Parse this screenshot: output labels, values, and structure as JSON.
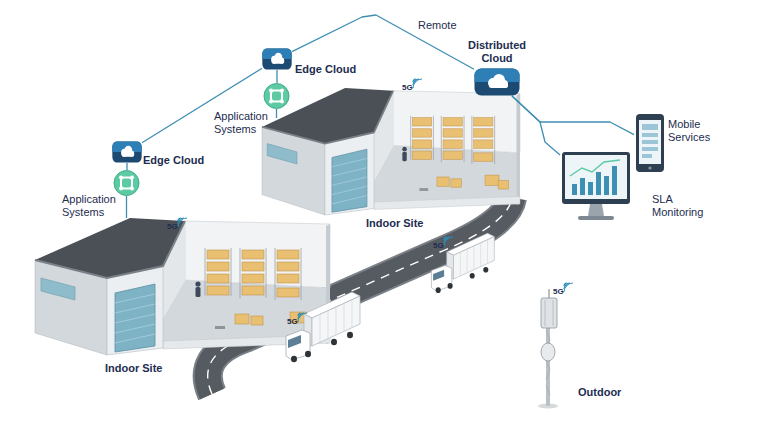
{
  "diagram": {
    "nodes": [
      {
        "text": [
          "Distributed Cloud"
        ]
      },
      {
        "text": [
          "Edge Cloud"
        ]
      },
      {
        "text": [
          "Application Systems"
        ]
      },
      {
        "text": [
          "Edge Cloud"
        ]
      },
      {
        "text": [
          "Application Systems"
        ]
      },
      {
        "text": [
          "Indoor Site"
        ]
      },
      {
        "text": [
          "Mobile Services"
        ]
      },
      {
        "text": [
          "SLA Monitoring"
        ]
      },
      {
        "text": [
          "Indoor Site"
        ]
      },
      {
        "text": [
          "Outdoor"
        ]
      }
    ],
    "edges": [
      {
        "from": 1,
        "to": 0,
        "arrow": "none",
        "label": "Remote"
      },
      {
        "from": 3,
        "to": 1,
        "arrow": "none"
      },
      {
        "from": 1,
        "to": 2,
        "arrow": "none"
      },
      {
        "from": 2,
        "to": 5,
        "arrow": "none"
      },
      {
        "from": 3,
        "to": 4,
        "arrow": "none"
      },
      {
        "from": 4,
        "to": 8,
        "arrow": "none"
      },
      {
        "from": 0,
        "to": 6,
        "arrow": "none"
      },
      {
        "from": 0,
        "to": 7,
        "arrow": "none"
      }
    ],
    "labels": [
      "5G",
      "5G",
      "5G",
      "5G",
      "5G"
    ]
  }
}
